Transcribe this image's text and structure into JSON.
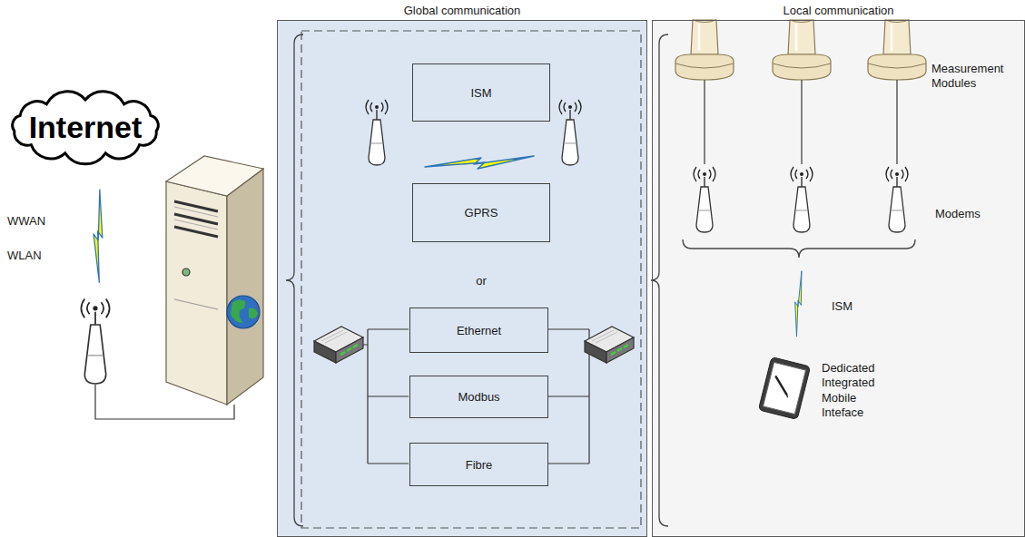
{
  "diagram": {
    "nodes": [
      {
        "text": [
          "Internet"
        ]
      },
      {
        "text": [
          "Global communication"
        ]
      },
      {
        "text": [
          "ISM"
        ],
        "in": 1
      },
      {
        "text": [
          "GPRS"
        ],
        "in": 1
      },
      {
        "text": [
          "Ethernet"
        ],
        "in": 1
      },
      {
        "text": [
          "Modbus"
        ],
        "in": 1
      },
      {
        "text": [
          "Fibre"
        ],
        "in": 1
      },
      {
        "text": [
          "Local communication"
        ]
      }
    ],
    "labels": [
      "WWAN",
      "WLAN",
      "or",
      "Measurement Modules",
      "Modems",
      "ISM",
      "Dedicated Integrated Mobile Inteface"
    ]
  }
}
